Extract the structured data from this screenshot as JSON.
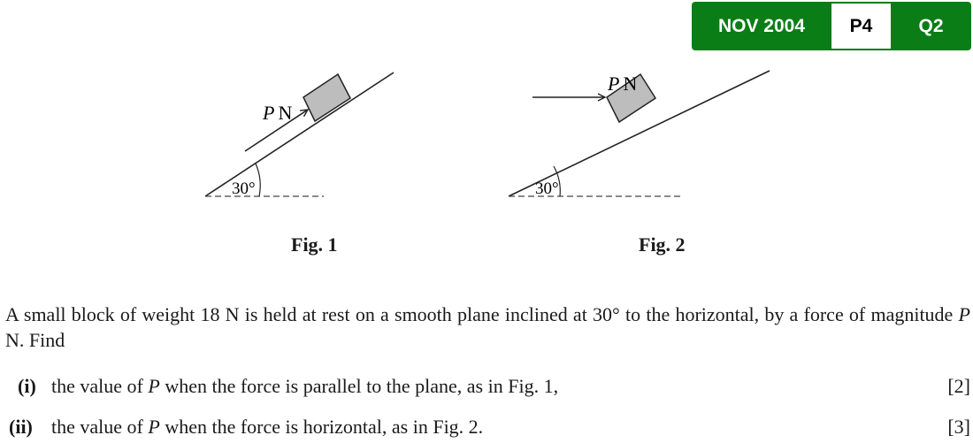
{
  "badge": {
    "date": "NOV 2004",
    "paper": "P4",
    "question": "Q2",
    "color": "#0a7d16"
  },
  "figures": [
    {
      "label": "Fig. 1",
      "force_label_var": "P",
      "force_label_unit": "N",
      "angle": "30°"
    },
    {
      "label": "Fig. 2",
      "force_label_var": "P",
      "force_label_unit": "N",
      "angle": "30°"
    }
  ],
  "question": {
    "intro_1": "A small block of weight 18 N is held at rest on a smooth plane inclined at 30° to the horizontal, by a force of magnitude ",
    "intro_var": "P",
    "intro_2": " N. Find",
    "parts": [
      {
        "num": "(i)",
        "pre": "the value of ",
        "var": "P",
        "post": " when the force is parallel to the plane, as in Fig. 1,",
        "marks": "[2]"
      },
      {
        "num": "(ii)",
        "pre": "the value of ",
        "var": "P",
        "post": " when the force is horizontal, as in Fig. 2.",
        "marks": "[3]"
      }
    ]
  }
}
